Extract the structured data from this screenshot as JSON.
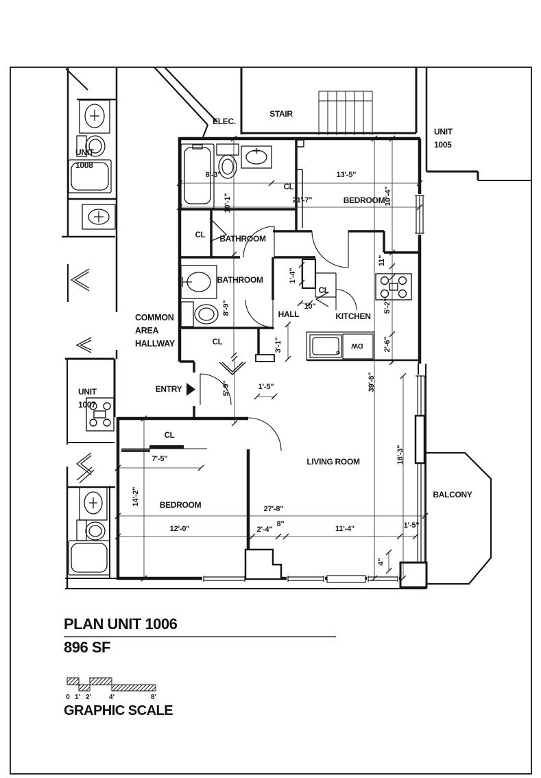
{
  "colors": {
    "ink": "#151515",
    "paper": "#ffffff"
  },
  "plan": {
    "rooms": {
      "elec": "ELEC.",
      "stair": "STAIR",
      "bedroom_top": "BEDROOM",
      "bathroom_top": "BATHROOM",
      "bathroom_mid": "BATHROOM",
      "kitchen": "KITCHEN",
      "hall": "HALL",
      "living_room": "LIVING ROOM",
      "balcony": "BALCONY",
      "bedroom_bottom": "BEDROOM",
      "entry": "ENTRY",
      "dishwasher": "DW",
      "closets": {
        "top": "CL",
        "bedroom_top": "CL",
        "kitchen": "CL",
        "hall": "CL",
        "bedroom_bottom": "CL"
      },
      "common_area": {
        "line1": "COMMON",
        "line2": "AREA",
        "line3": "HALLWAY"
      },
      "unit_1005": {
        "line1": "UNIT",
        "line2": "1005"
      },
      "unit_1007": {
        "line1": "UNIT",
        "line2": "1007"
      },
      "unit_1008": {
        "line1": "UNIT",
        "line2": "1008"
      }
    },
    "dimensions": {
      "bath_width": "8'-3\"",
      "bedroom_top_width": "13'-5\"",
      "top_width": "21'-7\"",
      "bedroom_top_height": "10'-4\"",
      "bath_height": "10'-1\"",
      "wall_jog": "11\"",
      "closet_depth": "1'-4\"",
      "closet_width": "10\"",
      "kitchen_height": "5'-2\"",
      "counter_height": "2'-6\"",
      "unit_height": "39'-6\"",
      "bath_mid_height": "8'-9\"",
      "hall_closet": "3'-1\"",
      "entry_height": "5'-9\"",
      "entry_width": "1'-5\"",
      "closet_bottom_width": "7'-5\"",
      "living_height": "18'-3\"",
      "bedroom_bottom_height": "14'-2\"",
      "bottom_width": "27'-8\"",
      "bedroom_bottom_width": "12'-0\"",
      "pier_width": "2'-4\"",
      "pier_small": "8\"",
      "living_width": "11'-4\"",
      "window_offset": "1'-5\"",
      "sill_depth": "4\""
    }
  },
  "title_block": {
    "plan_title": "PLAN UNIT 1006",
    "area": "896 SF"
  },
  "graphic_scale": {
    "label": "GRAPHIC SCALE",
    "ticks": [
      "0",
      "1'",
      "2'",
      "4'",
      "8'"
    ]
  }
}
